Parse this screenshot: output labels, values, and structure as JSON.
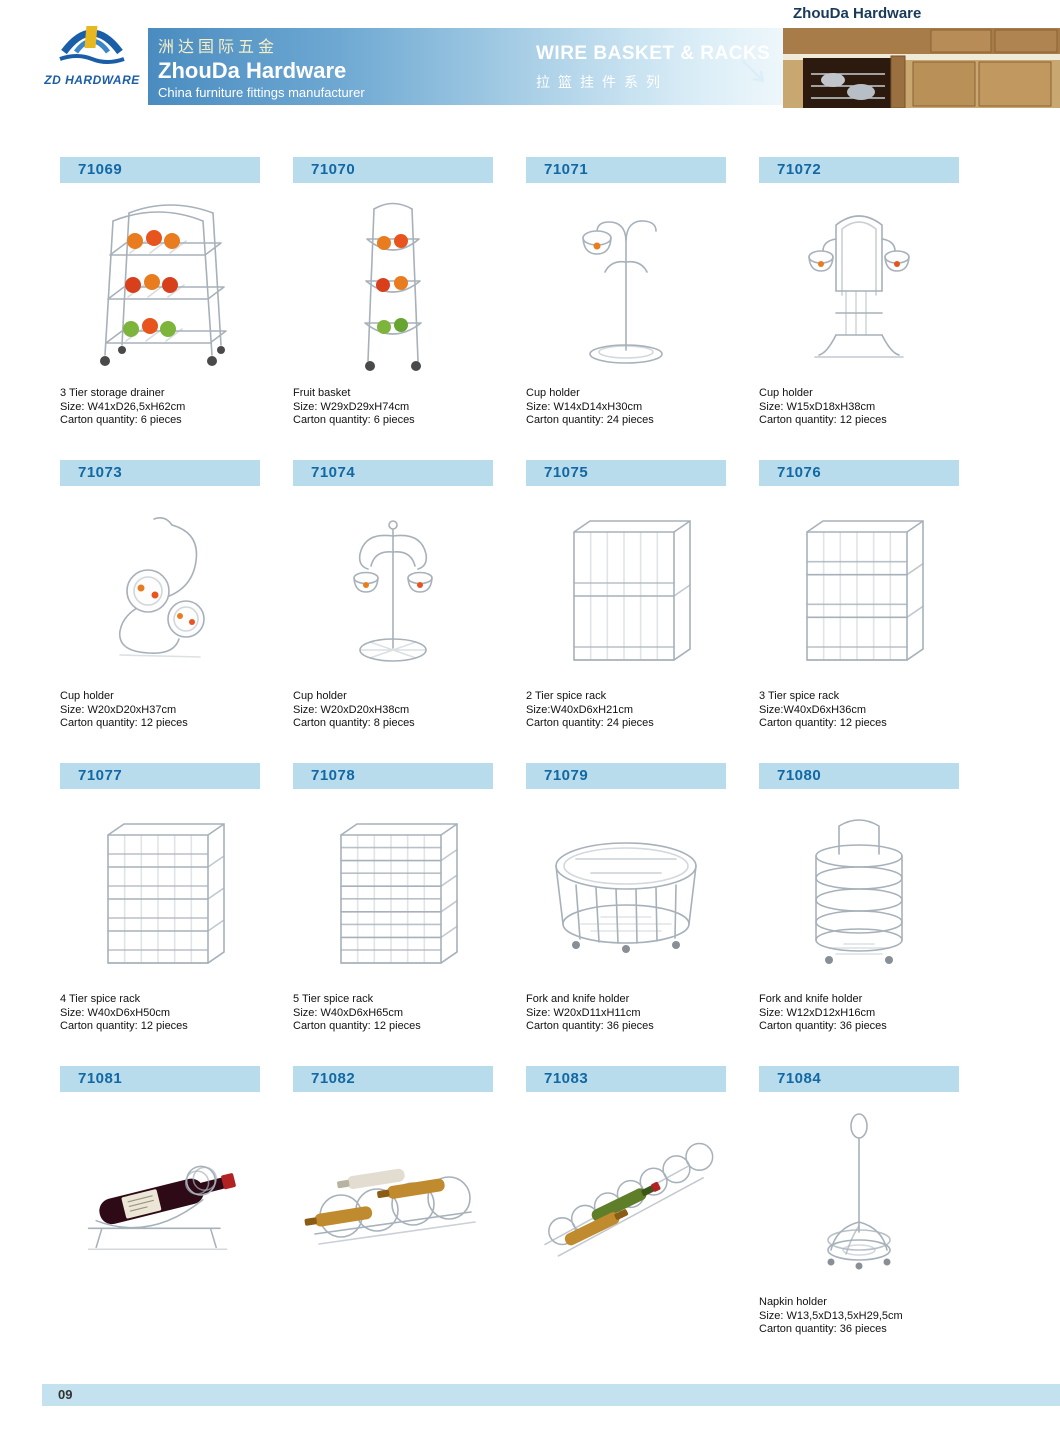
{
  "header": {
    "logo_text": "ZD HARDWARE",
    "company_cn": "洲达国际五金",
    "company_en": "ZhouDa Hardware",
    "tagline": "China furniture fittings manufacturer",
    "category_en": "WIRE BASKET & RACKS",
    "category_cn": "拉篮挂件系列",
    "right_title": "ZhouDa Hardware"
  },
  "colors": {
    "band_blue": "#4a8cc0",
    "code_bar_bg": "#b9dcec",
    "code_text": "#1268a4",
    "footer_bar": "#c3e1ef",
    "wire": "#a7b1ba"
  },
  "products": [
    {
      "code": "71069",
      "image": "storage-cart",
      "name": "3 Tier storage drainer",
      "size": "Size: W41xD26,5xH62cm",
      "carton": "Carton quantity: 6 pieces"
    },
    {
      "code": "71070",
      "image": "fruit-basket",
      "name": "Fruit basket",
      "size": "Size: W29xD29xH74cm",
      "carton": "Carton quantity: 6 pieces"
    },
    {
      "code": "71071",
      "image": "cup-holder-tree",
      "name": "Cup holder",
      "size": "Size: W14xD14xH30cm",
      "carton": "Carton quantity: 24 pieces"
    },
    {
      "code": "71072",
      "image": "cup-holder-hooks",
      "name": "Cup holder",
      "size": "Size: W15xD18xH38cm",
      "carton": "Carton quantity: 12 pieces"
    },
    {
      "code": "71073",
      "image": "cup-holder-spiral",
      "name": "Cup holder",
      "size": "Size: W20xD20xH37cm",
      "carton": "Carton quantity: 12 pieces"
    },
    {
      "code": "71074",
      "image": "cup-holder-arms",
      "name": "Cup holder",
      "size": "Size: W20xD20xH38cm",
      "carton": "Carton quantity: 8 pieces"
    },
    {
      "code": "71075",
      "image": "spice-rack-2",
      "name": "2 Tier spice rack",
      "size": "Size:W40xD6xH21cm",
      "carton": "Carton quantity: 24 pieces"
    },
    {
      "code": "71076",
      "image": "spice-rack-3",
      "name": "3 Tier spice rack",
      "size": "Size:W40xD6xH36cm",
      "carton": "Carton quantity: 12 pieces"
    },
    {
      "code": "71077",
      "image": "spice-rack-4",
      "name": "4 Tier spice rack",
      "size": "Size: W40xD6xH50cm",
      "carton": "Carton quantity: 12 pieces"
    },
    {
      "code": "71078",
      "image": "spice-rack-5",
      "name": "5 Tier spice rack",
      "size": "Size: W40xD6xH65cm",
      "carton": "Carton quantity: 12 pieces"
    },
    {
      "code": "71079",
      "image": "fork-knife-holder-oval",
      "name": "Fork and knife holder",
      "size": "Size: W20xD11xH11cm",
      "carton": "Carton quantity: 36 pieces"
    },
    {
      "code": "71080",
      "image": "fork-knife-holder-round",
      "name": "Fork and knife holder",
      "size": "Size: W12xD12xH16cm",
      "carton": "Carton quantity: 36 pieces"
    },
    {
      "code": "71081",
      "image": "wine-bottle-holder",
      "name": "",
      "size": "",
      "carton": ""
    },
    {
      "code": "71082",
      "image": "wine-rack-row",
      "name": "",
      "size": "",
      "carton": ""
    },
    {
      "code": "71083",
      "image": "wine-rack-long",
      "name": "",
      "size": "",
      "carton": ""
    },
    {
      "code": "71084",
      "image": "napkin-holder",
      "name": "Napkin holder",
      "size": "Size: W13,5xD13,5xH29,5cm",
      "carton": "Carton quantity: 36 pieces"
    }
  ],
  "footer": {
    "page_number": "09"
  }
}
